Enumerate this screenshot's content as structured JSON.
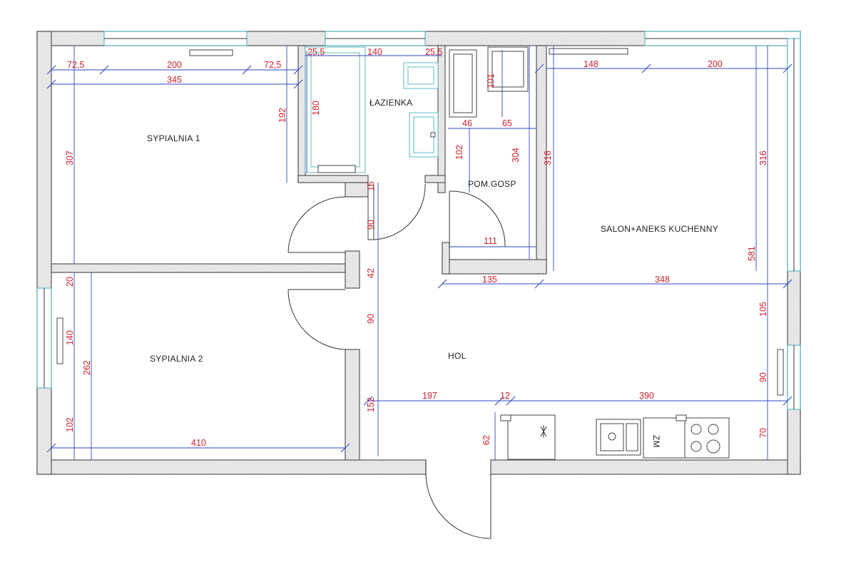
{
  "colors": {
    "dimension_text": "#d4202a",
    "dimension_line": "#2e44c9",
    "window": "#5fb8c4",
    "wall": "#555555"
  },
  "rooms": {
    "bedroom1": "SYPIALNIA 1",
    "bedroom2": "SYPIALNIA 2",
    "bathroom": "ŁAZIENKA",
    "utility": "POM.GOSP",
    "living": "SALON+ANEKS KUCHENNY",
    "hall": "HOL"
  },
  "appliances": {
    "fridge_label": "ZM"
  },
  "dimensions": {
    "b1_left": "72,5",
    "b1_mid": "200",
    "b1_right": "72,5",
    "b1_width": "345",
    "b1_height": "307",
    "b1_window_wall": "192",
    "bath_left": "25,5",
    "bath_mid": "140",
    "bath_right": "25,5",
    "bath_tub": "180",
    "bath_101": "101",
    "util_46": "46",
    "util_65": "65",
    "util_102": "102",
    "util_304": "304",
    "util_111": "111",
    "door_15": "15",
    "door_90a": "90",
    "wall_42": "42",
    "door_90b": "90",
    "living_316a": "316",
    "living_148": "148",
    "living_200": "200",
    "living_316b": "316",
    "living_581": "581",
    "living_105": "105",
    "living_90": "90",
    "living_70": "70",
    "hall_135": "135",
    "hall_348": "348",
    "b2_20": "20",
    "b2_140": "140",
    "b2_262": "262",
    "b2_102": "102",
    "b2_410": "410",
    "hall_152": "152",
    "hall_197": "197",
    "hall_12": "12",
    "hall_390": "390",
    "hall_62": "62"
  }
}
